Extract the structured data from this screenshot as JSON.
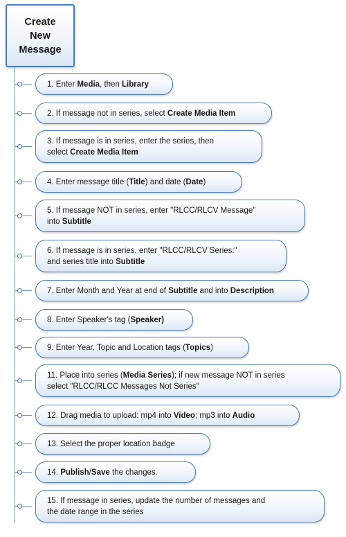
{
  "root": {
    "line1": "Create",
    "line2": "New",
    "line3": "Message"
  },
  "steps": [
    {
      "lines": [
        [
          {
            "t": "1. Enter "
          },
          {
            "t": "Media",
            "b": true
          },
          {
            "t": ", then "
          },
          {
            "t": "Library",
            "b": true
          }
        ]
      ]
    },
    {
      "lines": [
        [
          {
            "t": "2. If message not in series, select "
          },
          {
            "t": "Create Media Item",
            "b": true
          }
        ]
      ]
    },
    {
      "lines": [
        [
          {
            "t": "3. If message is in series, enter the series, then"
          }
        ],
        [
          {
            "t": "select "
          },
          {
            "t": "Create Media Item",
            "b": true
          }
        ]
      ]
    },
    {
      "lines": [
        [
          {
            "t": "4. Enter message title ("
          },
          {
            "t": "Title",
            "b": true
          },
          {
            "t": ") and date ("
          },
          {
            "t": "Date",
            "b": true
          },
          {
            "t": ")"
          }
        ]
      ]
    },
    {
      "lines": [
        [
          {
            "t": "5. If message NOT in series, enter \"RLCC/RLCV Message\""
          }
        ],
        [
          {
            "t": "into "
          },
          {
            "t": "Subtitle",
            "b": true
          }
        ]
      ]
    },
    {
      "lines": [
        [
          {
            "t": "6. If message is in series, enter \"RLCC/RLCV Series:\""
          }
        ],
        [
          {
            "t": "and series title into "
          },
          {
            "t": "Subtitle",
            "b": true
          }
        ]
      ]
    },
    {
      "lines": [
        [
          {
            "t": "7. Enter Month and Year at end of "
          },
          {
            "t": "Subtitle",
            "b": true
          },
          {
            "t": " and into "
          },
          {
            "t": "Description",
            "b": true
          }
        ]
      ]
    },
    {
      "lines": [
        [
          {
            "t": "8. Enter Speaker's tag ("
          },
          {
            "t": "Speaker)",
            "b": true
          }
        ]
      ]
    },
    {
      "lines": [
        [
          {
            "t": "9. Enter Year, Topic and Location tags ("
          },
          {
            "t": "Topics",
            "b": true
          },
          {
            "t": ")"
          }
        ]
      ]
    },
    {
      "lines": [
        [
          {
            "t": "11. Place into series ("
          },
          {
            "t": "Media Series",
            "b": true
          },
          {
            "t": ");  if new message NOT in series"
          }
        ],
        [
          {
            "t": "select \"RLCC/RLCC Messages Not Series\""
          }
        ]
      ]
    },
    {
      "lines": [
        [
          {
            "t": "12. Drag media to upload: mp4 into "
          },
          {
            "t": "Video",
            "b": true
          },
          {
            "t": "; mp3 into "
          },
          {
            "t": "Audio",
            "b": true
          }
        ]
      ]
    },
    {
      "lines": [
        [
          {
            "t": "13. Select the proper location badge"
          }
        ]
      ]
    },
    {
      "lines": [
        [
          {
            "t": "14. "
          },
          {
            "t": "Publish",
            "b": true
          },
          {
            "t": "/"
          },
          {
            "t": "Save",
            "b": true
          },
          {
            "t": " the changes."
          }
        ]
      ]
    },
    {
      "lines": [
        [
          {
            "t": "15. If message in series, update the number of messages and"
          }
        ],
        [
          {
            "t": "the date range in the series"
          }
        ]
      ]
    }
  ],
  "colors": {
    "border": "#4a7ab8",
    "connector": "#6f93c2",
    "box_fill_top": "#ffffff",
    "box_fill_bottom": "#dde9f7"
  }
}
